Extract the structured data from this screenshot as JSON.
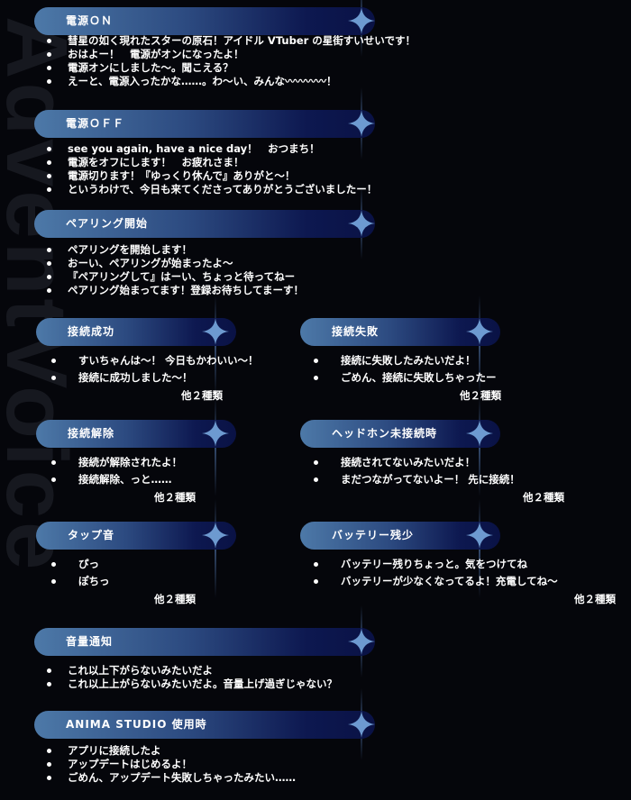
{
  "watermark": "AdventVoice",
  "sections": [
    {
      "title": "電源ＯＮ",
      "items": [
        "彗星の如く現れたスターの原石！アイドル VTuber の星街すいせいです！",
        "おはよー！　電源がオンになったよ！",
        "電源オンにしました〜。聞こえる？",
        "えーと、電源入ったかな……。わ〜い、みんな〰〰〰〰！"
      ]
    },
    {
      "title": "電源ＯＦＦ",
      "items": [
        "see you again, have a nice day！　おつまち！",
        "電源をオフにします！　お疲れさま！",
        "電源切ります！『ゆっくり休んで』ありがと〜！",
        "というわけで、今日も来てくださってありがとうございましたー！"
      ]
    },
    {
      "title": "ペアリング開始",
      "items": [
        "ペアリングを開始します！",
        "おーい、ペアリングが始まったよ〜",
        "『ペアリングして』はーい、ちょっと待ってねー",
        "ペアリング始まってます！登録お待ちしてまーす！"
      ]
    },
    {
      "title": "接続成功",
      "items": [
        "すいちゃんは〜！ 今日もかわいい〜！",
        "接続に成功しました〜！"
      ],
      "more": "他２種類"
    },
    {
      "title": "接続失敗",
      "items": [
        "接続に失敗したみたいだよ！",
        "ごめん、接続に失敗しちゃったー"
      ],
      "more": "他２種類"
    },
    {
      "title": "接続解除",
      "items": [
        "接続が解除されたよ！",
        "接続解除、っと……"
      ],
      "more": "他２種類"
    },
    {
      "title": "ヘッドホン未接続時",
      "items": [
        "接続されてないみたいだよ！",
        "まだつながってないよー！ 先に接続！"
      ],
      "more": "他２種類"
    },
    {
      "title": "タップ音",
      "items": [
        "ぴっ",
        "ぽちっ"
      ],
      "more": "他２種類"
    },
    {
      "title": "バッテリー残少",
      "items": [
        "バッテリー残りちょっと。気をつけてね",
        "バッテリーが少なくなってるよ！充電してね〜"
      ],
      "more": "他２種類"
    },
    {
      "title": "音量通知",
      "items": [
        "これ以上下がらないみたいだよ",
        "これ以上上がらないみたいだよ。音量上げ過ぎじゃない？"
      ]
    },
    {
      "title": "ANIMA STUDIO 使用時",
      "items": [
        "アプリに接続したよ",
        "アップデートはじめるよ！",
        "ごめん、アップデート失敗しちゃったみたい……"
      ]
    }
  ]
}
